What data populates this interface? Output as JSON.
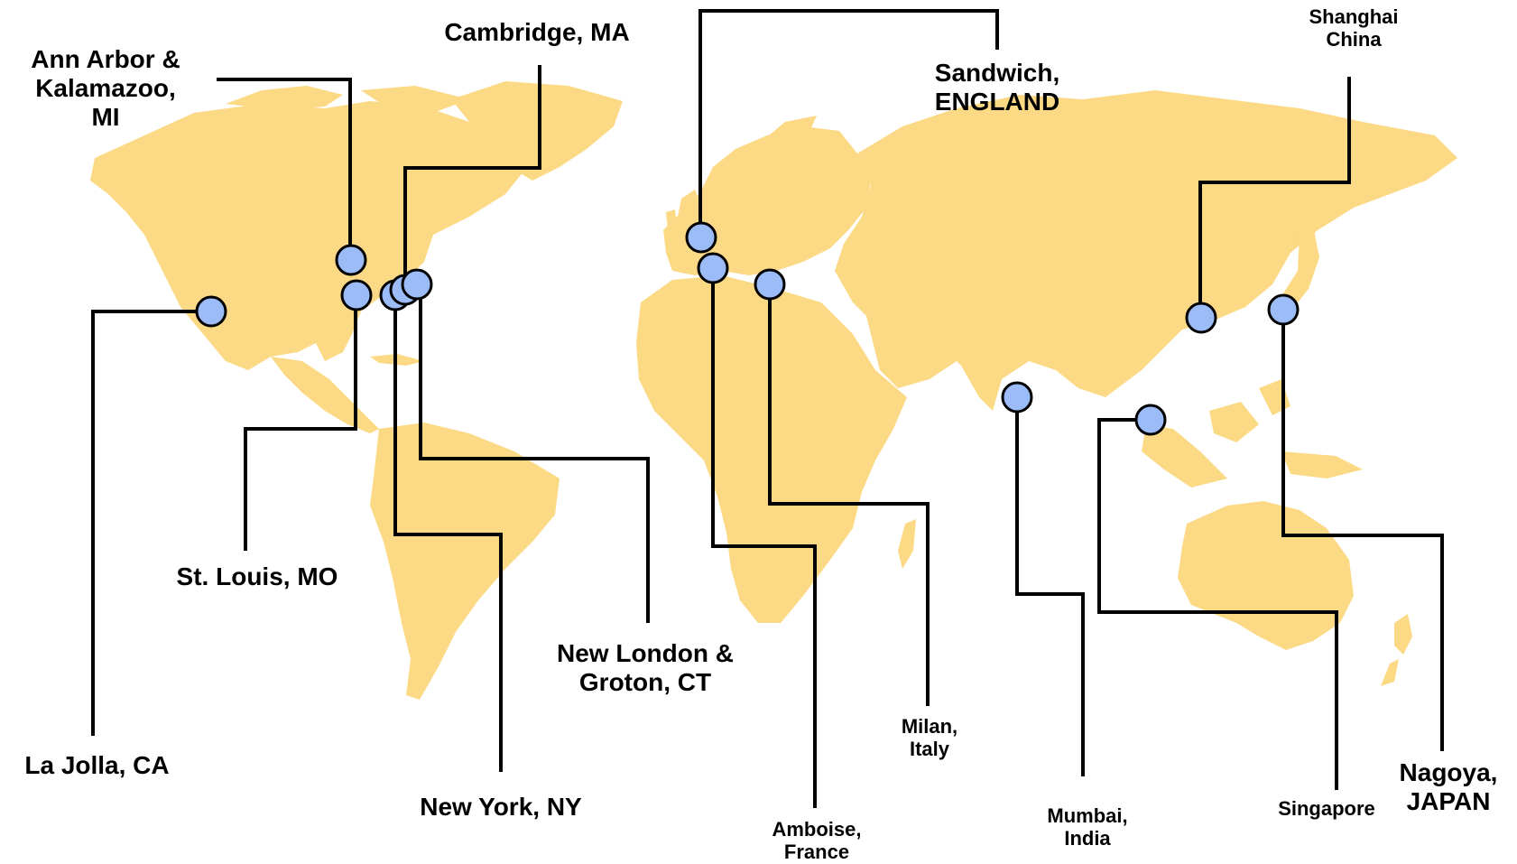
{
  "colors": {
    "land": "#fcd984",
    "marker": "#9bbcf7",
    "line": "#000000",
    "background": "#ffffff"
  },
  "labels": {
    "ann_arbor": "Ann Arbor &\nKalamazoo,\nMI",
    "cambridge": "Cambridge, MA",
    "sandwich": "Sandwich,\nENGLAND",
    "shanghai": "Shanghai\nChina",
    "st_louis": "St. Louis, MO",
    "la_jolla": "La Jolla, CA",
    "new_york": "New York, NY",
    "new_london": "New London &\nGroton, CT",
    "amboise": "Amboise,\nFrance",
    "milan": "Milan,\nItaly",
    "mumbai": "Mumbai,\nIndia",
    "singapore": "Singapore",
    "nagoya": "Nagoya,\nJAPAN"
  }
}
